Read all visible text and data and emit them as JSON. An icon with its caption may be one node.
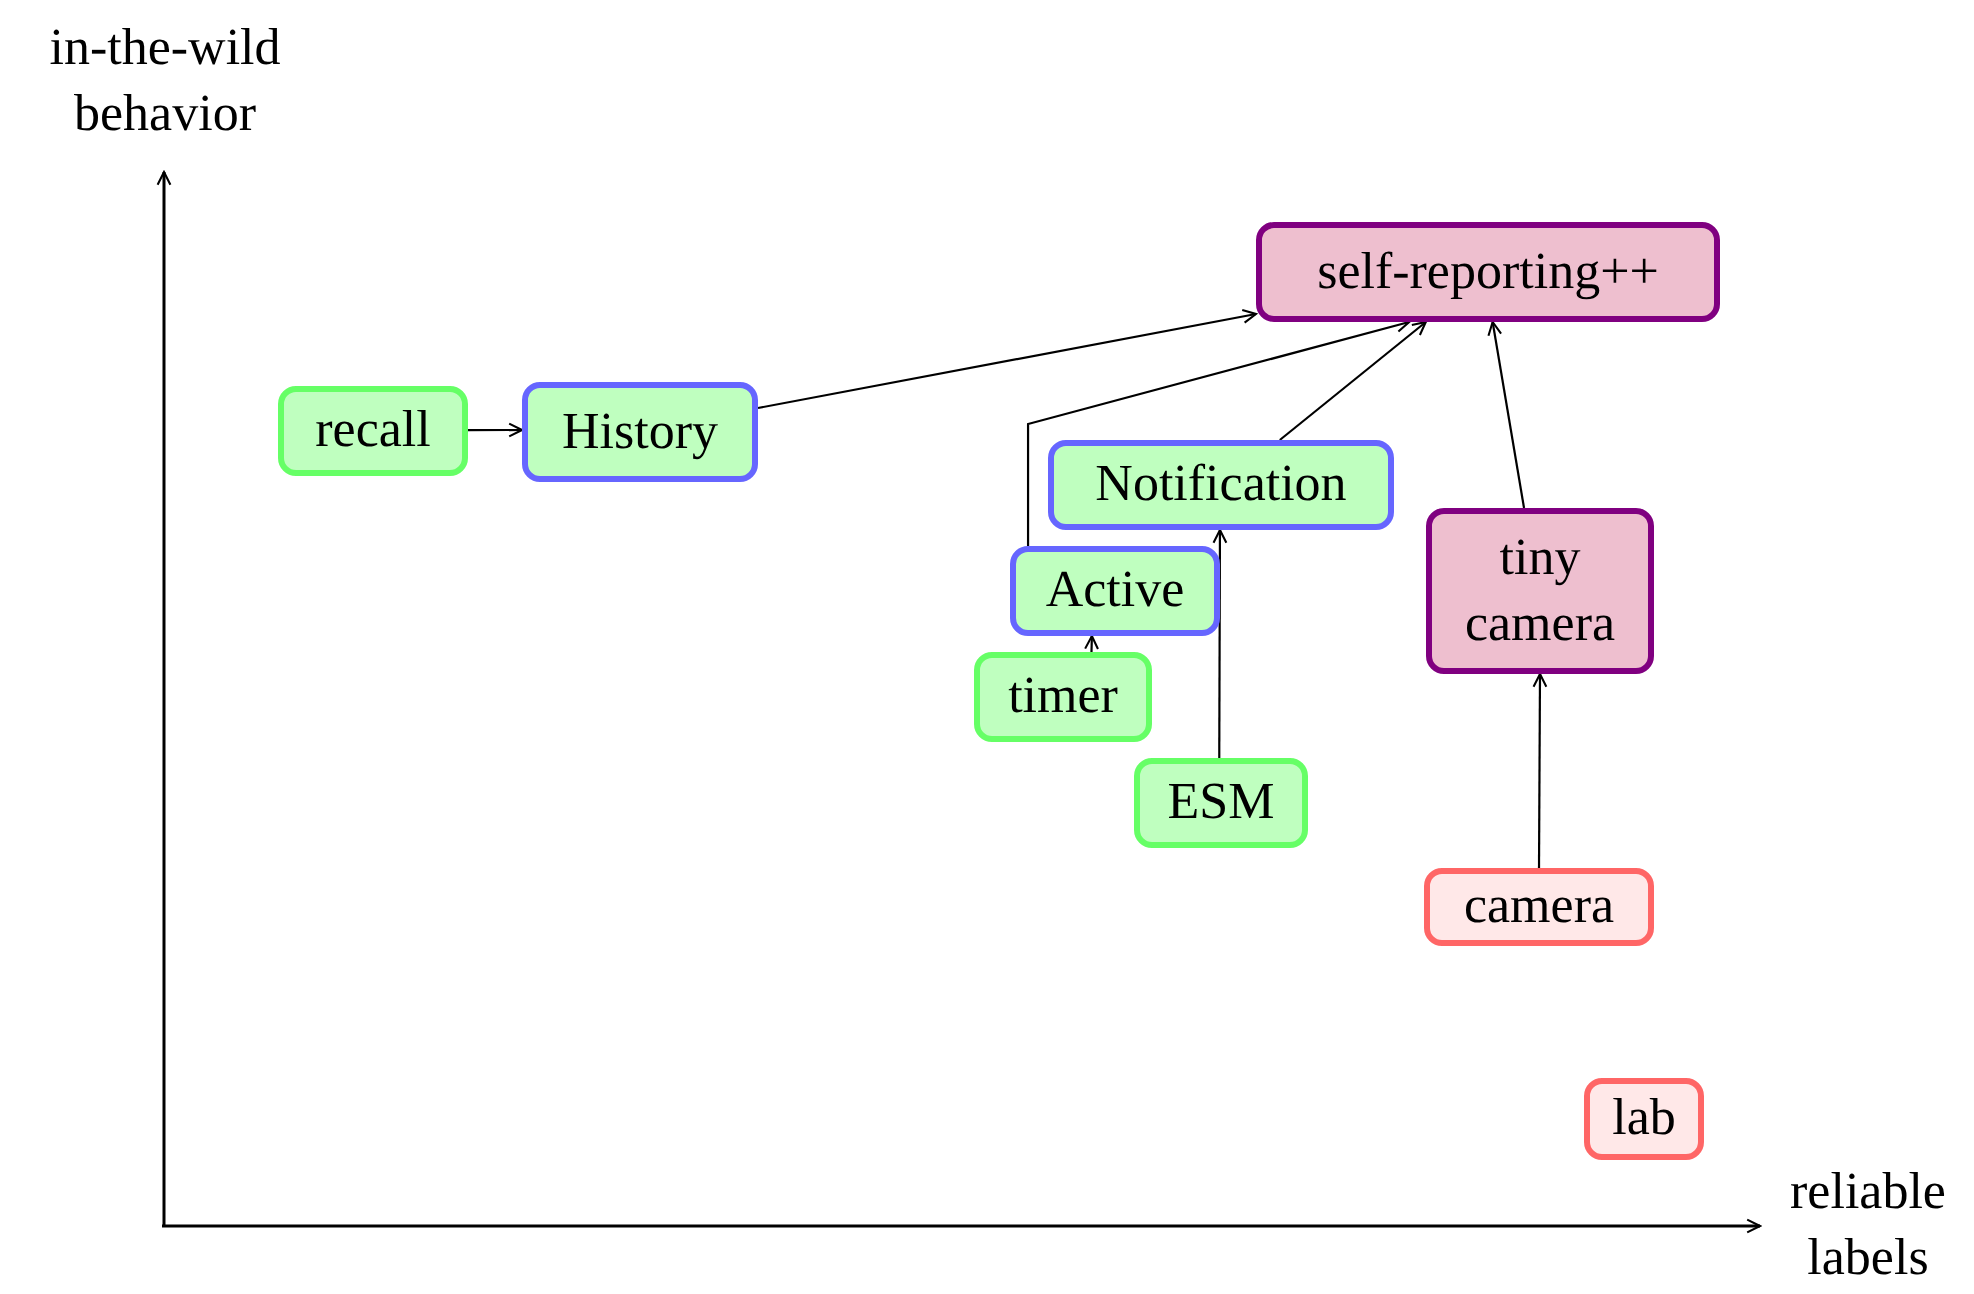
{
  "diagram": {
    "nodes": [
      {
        "text": [
          "self-reporting++"
        ]
      },
      {
        "text": [
          "recall"
        ]
      },
      {
        "text": [
          "History"
        ]
      },
      {
        "text": [
          "Notification"
        ]
      },
      {
        "text": [
          "tiny camera"
        ]
      },
      {
        "text": [
          "Active"
        ]
      },
      {
        "text": [
          "timer"
        ]
      },
      {
        "text": [
          "ESM"
        ]
      },
      {
        "text": [
          "camera"
        ]
      },
      {
        "text": [
          "lab"
        ]
      }
    ],
    "edges": [
      {
        "from": 1,
        "to": 2,
        "arrow": "to"
      },
      {
        "from": 2,
        "to": 0,
        "arrow": "to"
      },
      {
        "from": 5,
        "to": 0,
        "arrow": "to"
      },
      {
        "from": 3,
        "to": 0,
        "arrow": "to"
      },
      {
        "from": 6,
        "to": 5,
        "arrow": "to"
      },
      {
        "from": 7,
        "to": 3,
        "arrow": "to"
      },
      {
        "from": 4,
        "to": 0,
        "arrow": "to"
      },
      {
        "from": 8,
        "to": 4,
        "arrow": "to"
      }
    ],
    "labels": [
      "in-the-wild behavior",
      "reliable labels"
    ]
  }
}
